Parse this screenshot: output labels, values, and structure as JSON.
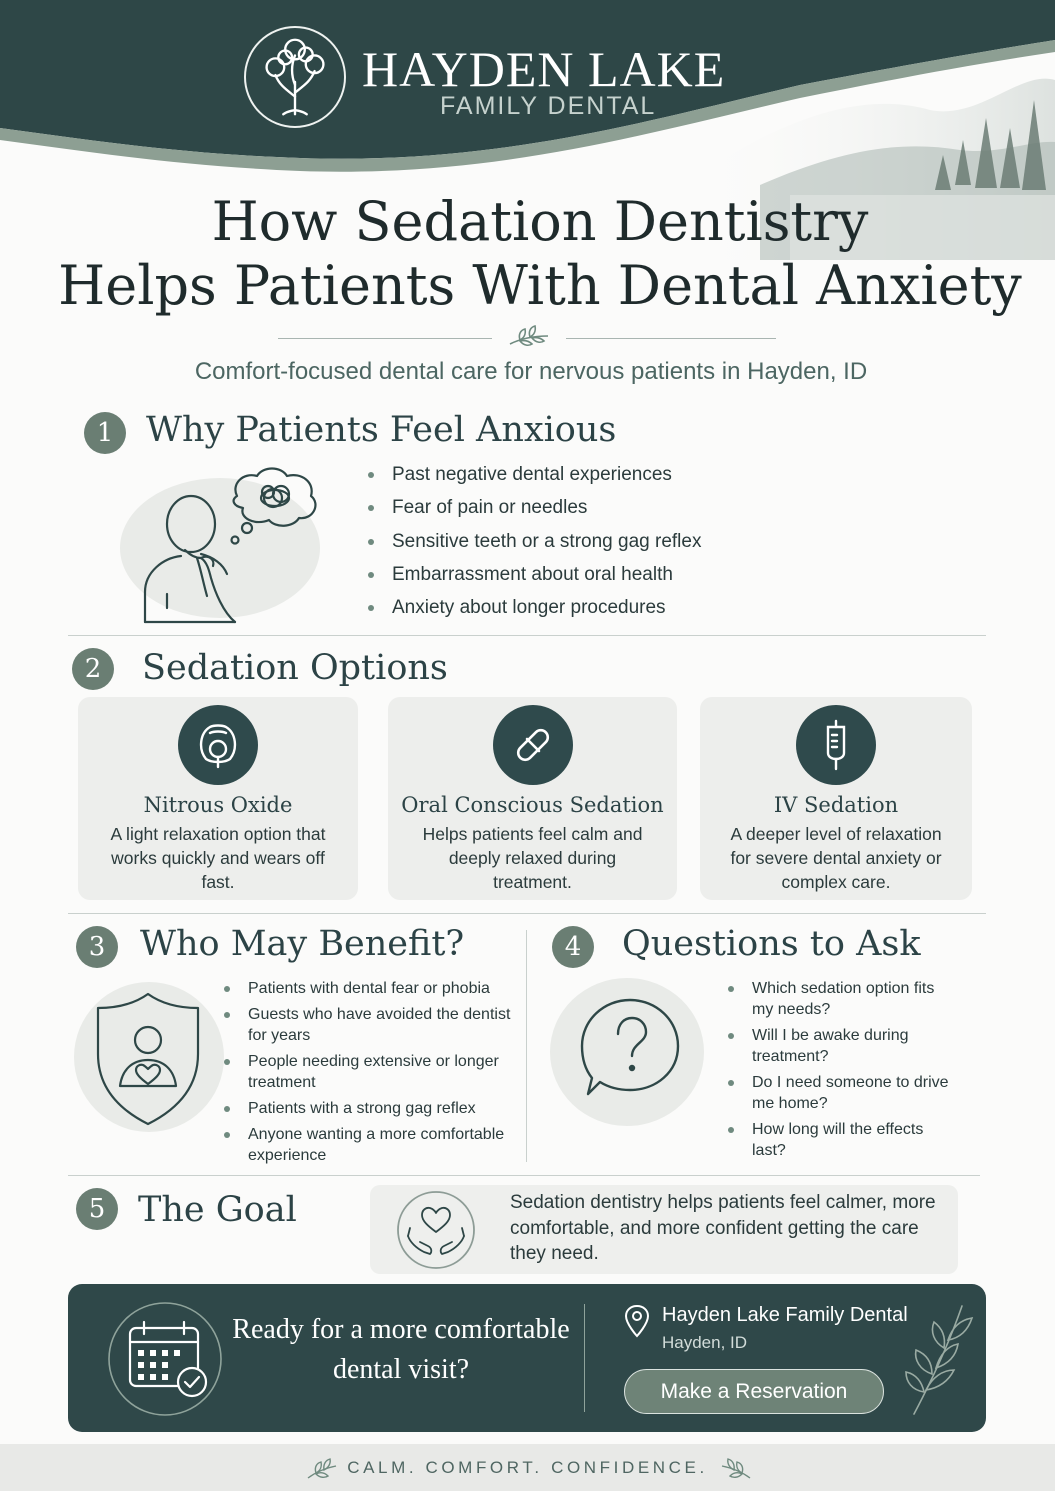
{
  "brand": {
    "name": "HAYDEN LAKE",
    "tagline": "FAMILY DENTAL",
    "colors": {
      "primary": "#2f4849",
      "accent": "#6e8377",
      "light": "#edeeec"
    }
  },
  "title_line1": "How Sedation Dentistry",
  "title_line2": "Helps Patients With Dental Anxiety",
  "subtitle": "Comfort-focused dental care for nervous patients in Hayden, ID",
  "sections": {
    "why": {
      "number": "1",
      "title": "Why Patients Feel Anxious",
      "items": [
        "Past negative dental experiences",
        "Fear of pain or needles",
        "Sensitive teeth or a strong gag reflex",
        "Embarrassment about oral health",
        "Anxiety about longer procedures"
      ]
    },
    "options": {
      "number": "2",
      "title": "Sedation Options",
      "cards": [
        {
          "icon": "mask-icon",
          "title": "Nitrous Oxide",
          "desc": "A light relaxation option that works quickly and wears off fast."
        },
        {
          "icon": "pill-icon",
          "title": "Oral Conscious Sedation",
          "desc": "Helps patients feel calm and deeply relaxed during treatment."
        },
        {
          "icon": "iv-bag-icon",
          "title": "IV Sedation",
          "desc": "A deeper level of relaxation for severe dental anxiety or complex care."
        }
      ]
    },
    "benefit": {
      "number": "3",
      "title": "Who May Benefit?",
      "items": [
        "Patients with dental fear or phobia",
        "Guests who have avoided the dentist for years",
        "People needing extensive or longer treatment",
        "Patients with a strong gag reflex",
        "Anyone wanting a more comfortable experience"
      ]
    },
    "questions": {
      "number": "4",
      "title": "Questions to Ask",
      "items": [
        "Which sedation option fits my needs?",
        "Will I be awake during treatment?",
        "Do I need someone to drive me home?",
        "How long will the effects last?"
      ]
    },
    "goal": {
      "number": "5",
      "title": "The Goal",
      "text": "Sedation dentistry helps patients feel calmer, more comfortable, and more confident getting the care they need."
    }
  },
  "cta": {
    "text": "Ready for a more comfortable dental visit?",
    "practice": "Hayden Lake Family Dental",
    "city": "Hayden, ID",
    "button": "Make a Reservation"
  },
  "footer": "CALM. COMFORT. CONFIDENCE."
}
